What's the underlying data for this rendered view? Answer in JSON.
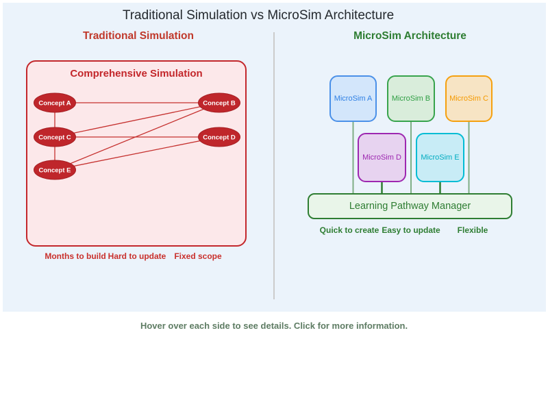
{
  "title": "Traditional Simulation vs MicroSim Architecture",
  "caption": "Hover over each side to see details. Click for more information.",
  "left": {
    "heading": "Traditional Simulation",
    "box_title": "Comprehensive Simulation",
    "concepts": [
      "Concept A",
      "Concept B",
      "Concept C",
      "Concept D",
      "Concept E"
    ],
    "edges": [
      [
        "Concept A",
        "Concept B"
      ],
      [
        "Concept A",
        "Concept C"
      ],
      [
        "Concept C",
        "Concept B"
      ],
      [
        "Concept C",
        "Concept D"
      ],
      [
        "Concept C",
        "Concept E"
      ],
      [
        "Concept E",
        "Concept B"
      ],
      [
        "Concept E",
        "Concept D"
      ]
    ],
    "features": [
      "Months to build",
      "Hard to update",
      "Fixed scope"
    ],
    "colors": {
      "heading": "#c0392b",
      "box_fill": "#fce8ea",
      "box_border": "#c3272b",
      "node_fill": "#bf262b",
      "node_stroke": "#a51f23",
      "node_text": "#ffffff",
      "edge": "#c5302e",
      "feature_text": "#c9302c"
    }
  },
  "right": {
    "heading": "MicroSim Architecture",
    "microsims": [
      {
        "label": "MicroSim A",
        "fill": "#d3e6fb",
        "border": "#4a90e8",
        "text": "#2f80e4"
      },
      {
        "label": "MicroSim B",
        "fill": "#d9eddb",
        "border": "#37a34c",
        "text": "#2f9e44"
      },
      {
        "label": "MicroSim C",
        "fill": "#f7e4c4",
        "border": "#f5a00f",
        "text": "#f59a00"
      },
      {
        "label": "MicroSim D",
        "fill": "#e7d3f0",
        "border": "#9d27b0",
        "text": "#9d27b0"
      },
      {
        "label": "MicroSim E",
        "fill": "#c8ecf6",
        "border": "#00bcd4",
        "text": "#00acc1"
      }
    ],
    "manager_label": "Learning Pathway Manager",
    "connections": [
      [
        "MicroSim A",
        "Learning Pathway Manager"
      ],
      [
        "MicroSim B",
        "Learning Pathway Manager"
      ],
      [
        "MicroSim C",
        "Learning Pathway Manager"
      ],
      [
        "MicroSim D",
        "Learning Pathway Manager"
      ],
      [
        "MicroSim E",
        "Learning Pathway Manager"
      ]
    ],
    "features": [
      "Quick to create",
      "Easy to update",
      "Flexible"
    ],
    "colors": {
      "heading": "#2e7d32",
      "manager_fill": "#e9f5e9",
      "manager_border": "#2e7d32",
      "manager_text": "#2e7d32",
      "connector_long": "#7fae86",
      "connector_short": "#2e7d32",
      "feature_text": "#2e7d32"
    }
  },
  "colors": {
    "panel_bg": "#ebf3fb",
    "divider": "#cbcbcb",
    "title_text": "#24292e",
    "caption_text": "#5e7c63"
  }
}
